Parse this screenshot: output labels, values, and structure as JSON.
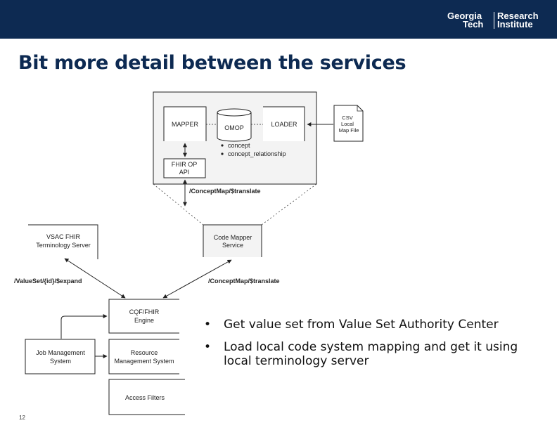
{
  "header": {
    "logo": {
      "line1": "Georgia",
      "line2": "Tech",
      "line3": "Research",
      "line4": "Institute"
    }
  },
  "title": "Bit more detail between the services",
  "diagram": {
    "nodes": {
      "mapper": "MAPPER",
      "omop": "OMOP",
      "loader": "LOADER",
      "csv_line1": "CSV",
      "csv_line2": "Local",
      "csv_line3": "Map File",
      "omop_table_1": "concept",
      "omop_table_2": "concept_relationship",
      "fhir_op_line1": "FHIR OP",
      "fhir_op_line2": "API",
      "code_mapper_line1": "Code Mapper",
      "code_mapper_line2": "Service",
      "vsac_line1": "VSAC FHIR",
      "vsac_line2": "Terminology Server",
      "cqf_line1": "CQF/FHIR",
      "cqf_line2": "Engine",
      "job_line1": "Job Management",
      "job_line2": "System",
      "resource_line1": "Resource",
      "resource_line2": "Management System",
      "access": "Access Filters"
    },
    "edge_labels": {
      "translate_top": "/ConceptMap/$translate",
      "expand": "/ValueSet/{id}/$expand",
      "translate_bottom": "/ConceptMap/$translate"
    }
  },
  "bullets": [
    "Get value set from Value Set Authority Center",
    "Load local code system mapping and get it using local terminology server"
  ],
  "bullet_symbol": "•",
  "page_number": "12",
  "colors": {
    "header": "#0d2a52",
    "title": "#0d2a52",
    "box_fill": "#f3f3f3",
    "stroke": "#222222"
  }
}
